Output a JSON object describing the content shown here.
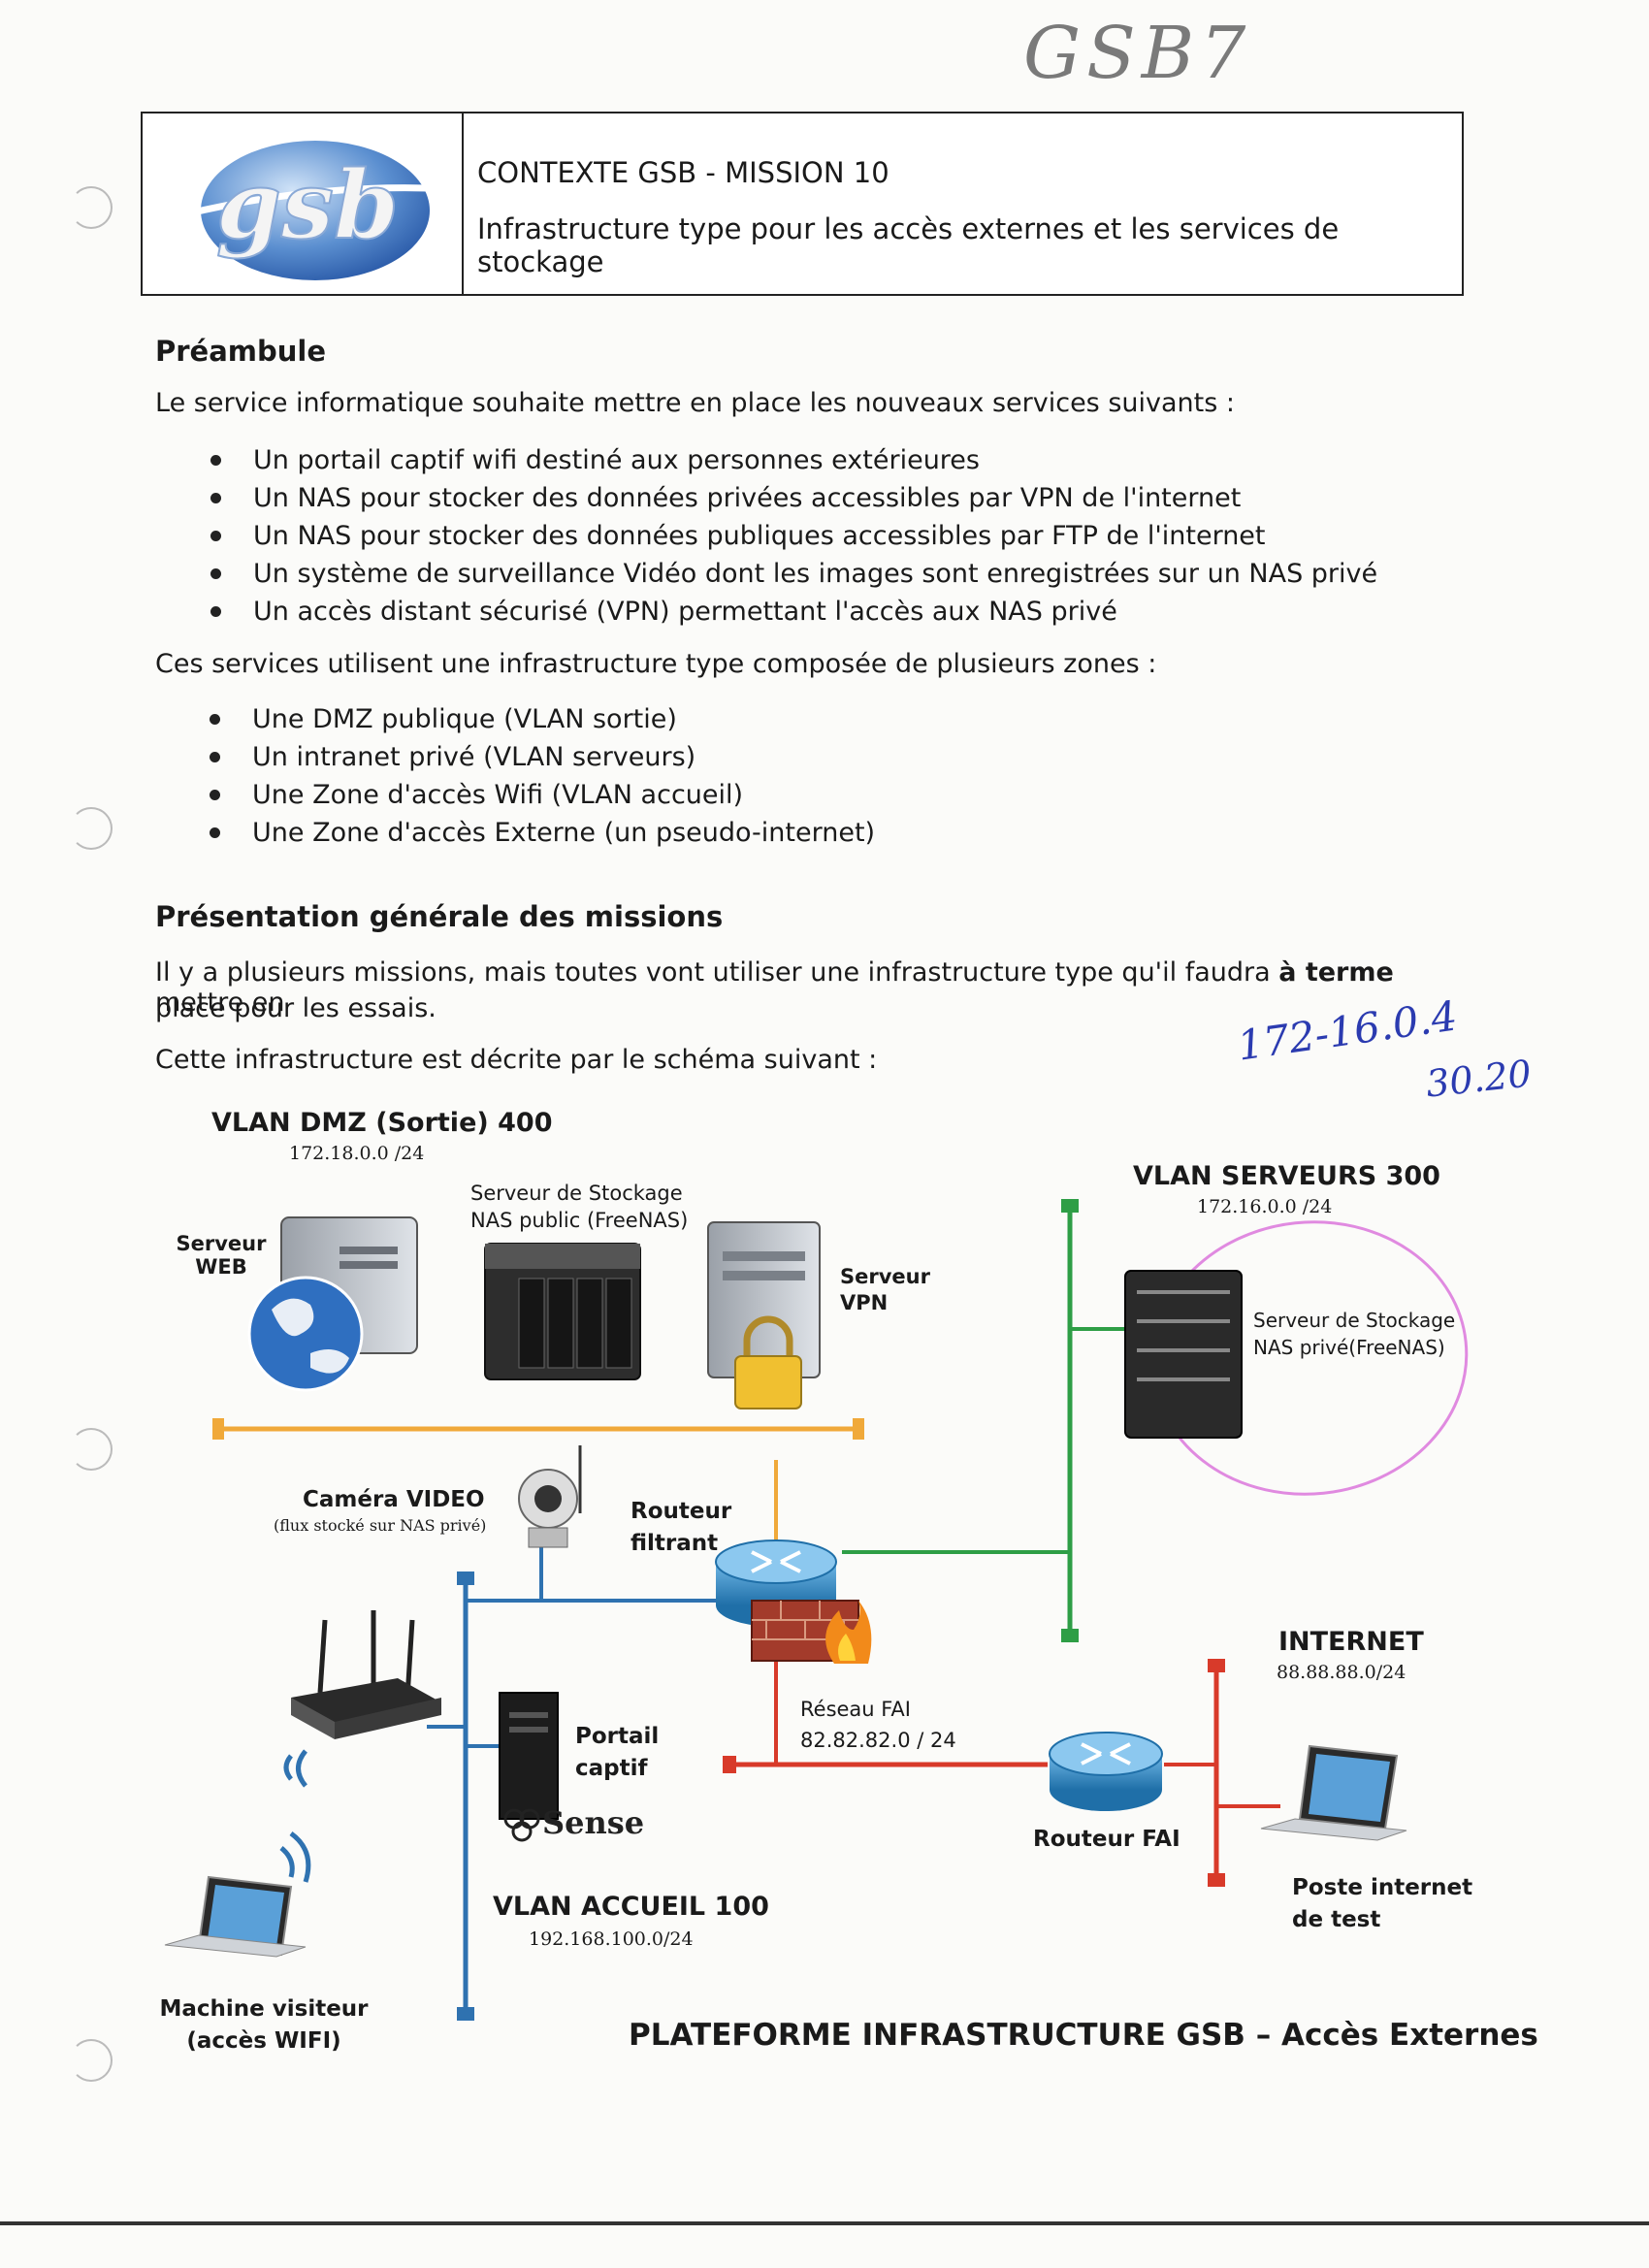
{
  "handwritten": {
    "top_label": "GSB7",
    "ip_line1": "172-16.0.4",
    "ip_line2": "30.20"
  },
  "header": {
    "logo_text": "gsb",
    "title": "CONTEXTE GSB - MISSION 10",
    "subtitle": "Infrastructure type pour les accès externes et les services de stockage"
  },
  "preambule": {
    "heading": "Préambule",
    "intro": "Le service informatique souhaite mettre en place les nouveaux services suivants :",
    "services": [
      "Un portail captif wifi destiné aux personnes extérieures",
      "Un NAS pour stocker des données privées accessibles par VPN de l'internet",
      "Un NAS pour stocker des données publiques accessibles par FTP de l'internet",
      "Un système de surveillance Vidéo dont les images sont enregistrées sur un NAS privé",
      "Un accès distant sécurisé (VPN) permettant l'accès aux NAS privé"
    ],
    "zones_intro": "Ces services utilisent une infrastructure type composée de plusieurs zones :",
    "zones": [
      "Une DMZ publique (VLAN sortie)",
      "Un intranet privé (VLAN serveurs)",
      "Une Zone d'accès Wifi (VLAN accueil)",
      "Une Zone d'accès Externe (un pseudo-internet)"
    ]
  },
  "missions": {
    "heading": "Présentation générale des missions",
    "para_start": "Il y a plusieurs missions, mais toutes vont utiliser une infrastructure type qu'il faudra ",
    "para_bold": "à terme",
    "para_end_line1": " mettre en",
    "para_line2": "place pour les essais.",
    "para2": "Cette infrastructure est décrite par le schéma suivant :"
  },
  "diagram": {
    "vlan_dmz": {
      "title": "VLAN DMZ (Sortie) 400",
      "net": "172.18.0.0 /24"
    },
    "vlan_serveurs": {
      "title": "VLAN SERVEURS 300",
      "net": "172.16.0.0 /24"
    },
    "vlan_accueil": {
      "title": "VLAN ACCUEIL 100",
      "net": "192.168.100.0/24"
    },
    "internet": {
      "title": "INTERNET",
      "net": "88.88.88.0/24"
    },
    "reseau_fai": {
      "title": "Réseau FAI",
      "net": "82.82.82.0 / 24"
    },
    "serveur_web": [
      "Serveur",
      "WEB"
    ],
    "nas_public": [
      "Serveur de Stockage",
      "NAS public (FreeNAS)"
    ],
    "serveur_vpn": [
      "Serveur",
      "VPN"
    ],
    "nas_prive": [
      "Serveur de Stockage",
      "NAS privé(FreeNAS)"
    ],
    "camera": {
      "title": "Caméra VIDEO",
      "note": "(flux stocké sur NAS privé)"
    },
    "routeur_filtrant": [
      "Routeur",
      "filtrant"
    ],
    "portail_captif": [
      "Portail",
      "captif"
    ],
    "pfsense_logo": "Sense",
    "routeur_fai": "Routeur FAI",
    "poste_test": [
      "Poste internet",
      "de test"
    ],
    "machine_visiteur": [
      "Machine visiteur",
      "(accès WIFI)"
    ],
    "footer": "PLATEFORME INFRASTRUCTURE GSB – Accès Externes",
    "colors": {
      "dmz": "#f0a93a",
      "serveurs": "#2e9e46",
      "accueil": "#2f72b0",
      "fai": "#d83a2a",
      "nas_circle": "#e08ae0"
    }
  }
}
